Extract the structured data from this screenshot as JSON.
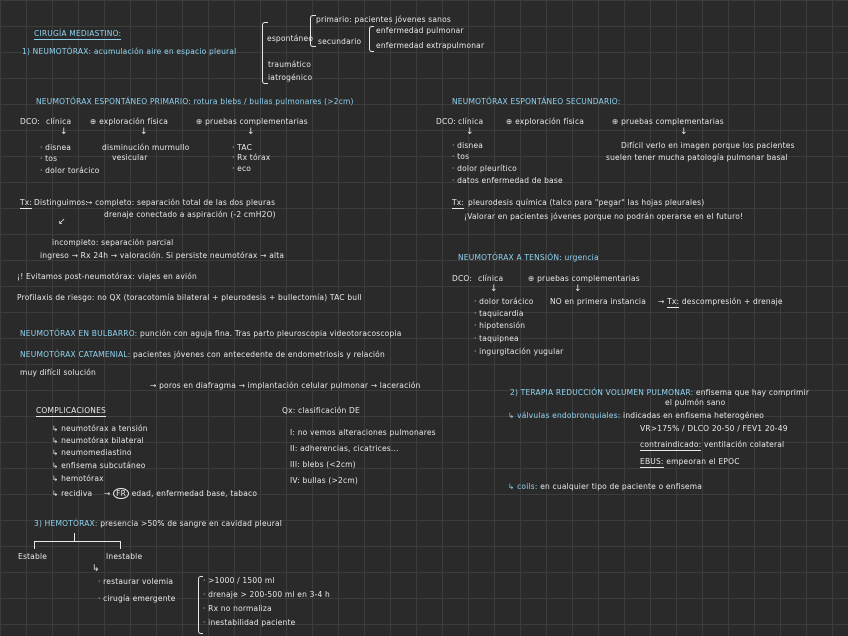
{
  "title": "CIRUGÍA MEDIASTINO:",
  "neumotorax": {
    "heading": "1) NEUMOTÓRAX: acumulación aire en espacio pleural",
    "espontaneo": "espontáneo",
    "primario": "primario: pacientes jóvenes sanos",
    "secundario": "secundario",
    "sec1": "enfermedad pulmonar",
    "sec2": "enfermedad extrapulmonar",
    "traumatico": "traumático",
    "iatrogenico": "iatrogénico"
  },
  "primario": {
    "heading": "NEUMOTÓRAX ESPONTÁNEO PRIMARIO: rotura blebs / bullas pulmonares (>2cm)",
    "dco_label": "DCO:",
    "clinica": "clínica",
    "exploracion": "exploración física",
    "pruebas": "pruebas complementarias",
    "c1": "· disnea",
    "c2": "· tos",
    "c3": "· dolor torácico",
    "e1": "disminución murmullo",
    "e2": "vesicular",
    "p1": "· TAC",
    "p2": "· Rx tórax",
    "p3": "· eco",
    "tx_label": "Tx:",
    "dist": "Distinguimos:",
    "completo": "completo: separación total de las dos pleuras",
    "completo2": "drenaje conectado a aspiración (-2 cmH2O)",
    "incompleto": "incompleto: separación parcial",
    "ingreso": "ingreso → Rx 24h → valoración. Si persiste neumotórax → alta",
    "excl": "¡! Evitamos post-neumotórax: viajes en avión",
    "profilaxis": "Profilaxis de riesgo: no QX (toracotomía bilateral + pleurodesis + bullectomía) TAC bull"
  },
  "secundario": {
    "heading": "NEUMOTÓRAX ESPONTÁNEO SECUNDARIO:",
    "dco_label": "DCO:",
    "clinica": "clínica",
    "exploracion": "exploración física",
    "pruebas": "pruebas complementarias",
    "c1": "· disnea",
    "c2": "· tos",
    "c3": "· dolor pleurítico",
    "c4": "· datos enfermedad de base",
    "dificil": "Difícil verlo en imagen porque los pacientes",
    "dificil2": "suelen tener mucha patología pulmonar basal",
    "tx_label": "Tx:",
    "pleurodesis": "pleurodesis química (talco para \"pegar\" las hojas pleurales)",
    "valorar": "¡Valorar en pacientes jóvenes porque no podrán operarse en el futuro!"
  },
  "tension": {
    "heading": "NEUMOTÓRAX A TENSIÓN: urgencia",
    "dco_label": "DCO:",
    "clinica": "clínica",
    "pruebas": "pruebas complementarias",
    "c1": "· dolor torácico",
    "c2": "· taquicardia",
    "c3": "· hipotensión",
    "c4": "· taquipnea",
    "c5": "· ingurgitación yugular",
    "no": "NO en primera instancia",
    "tx": "Tx:",
    "descompresion": "descompresión + drenaje"
  },
  "otros": {
    "bulbar_label": "NEUMOTÓRAX EN BULBARRO:",
    "bulbar": "punción con aguja fina. Tras parto pleuroscopia videotoracoscopia",
    "catamenial_label": "NEUMOTÓRAX CATAMENIAL:",
    "catamenial": "pacientes jóvenes con antecedente de endometriosis y relación",
    "dificil": "muy difícil solución",
    "poro": "poros en diafragma → implantación celular pulmonar → laceración"
  },
  "complicaciones": {
    "heading": "COMPLICACIONES",
    "items": [
      "neumotórax a tensión",
      "neumotórax bilateral",
      "neumomediastino",
      "enfisema subcutáneo",
      "hemotórax",
      "recidiva"
    ],
    "recidiva_extra": "edad, enfermedad base, tabaco",
    "circle": "FR"
  },
  "clasificacion": {
    "heading": "Qx: clasificación DE",
    "items": [
      "I: no vemos alteraciones pulmonares",
      "II: adherencias, cicatrices...",
      "III: blebs (<2cm)",
      "IV: bullas (>2cm)"
    ]
  },
  "reduccion": {
    "heading": "2) TERAPIA REDUCCIÓN VOLUMEN PULMONAR:",
    "heading_rest": "enfisema que hay comprimir",
    "heading2": "el pulmón sano",
    "valvulas_label": "válvulas endobronquiales:",
    "valvulas": "indicadas en enfisema heterogéneo",
    "criteria": "VR>175% / DLCO 20-50 / FEV1 20-49",
    "contra_label": "contraindicado:",
    "contra": "ventilación colateral",
    "epoc_label": "EBUS:",
    "epoc": "empeoran el EPOC",
    "coils_label": "coils:",
    "coils": "en cualquier tipo de paciente o enfisema"
  },
  "hemotorax": {
    "heading": "3) HEMOTÓRAX:",
    "def": "presencia >50% de sangre en cavidad pleural",
    "estable": "Estable",
    "inestable": "Inestable",
    "i1": "· restaurar volemia",
    "i2": "· cirugía emergente",
    "c1": "· >1000 / 1500 ml",
    "c2": "· drenaje > 200-500 ml en 3-4 h",
    "c3": "· Rx no normaliza",
    "c4": "· inestabilidad paciente"
  }
}
